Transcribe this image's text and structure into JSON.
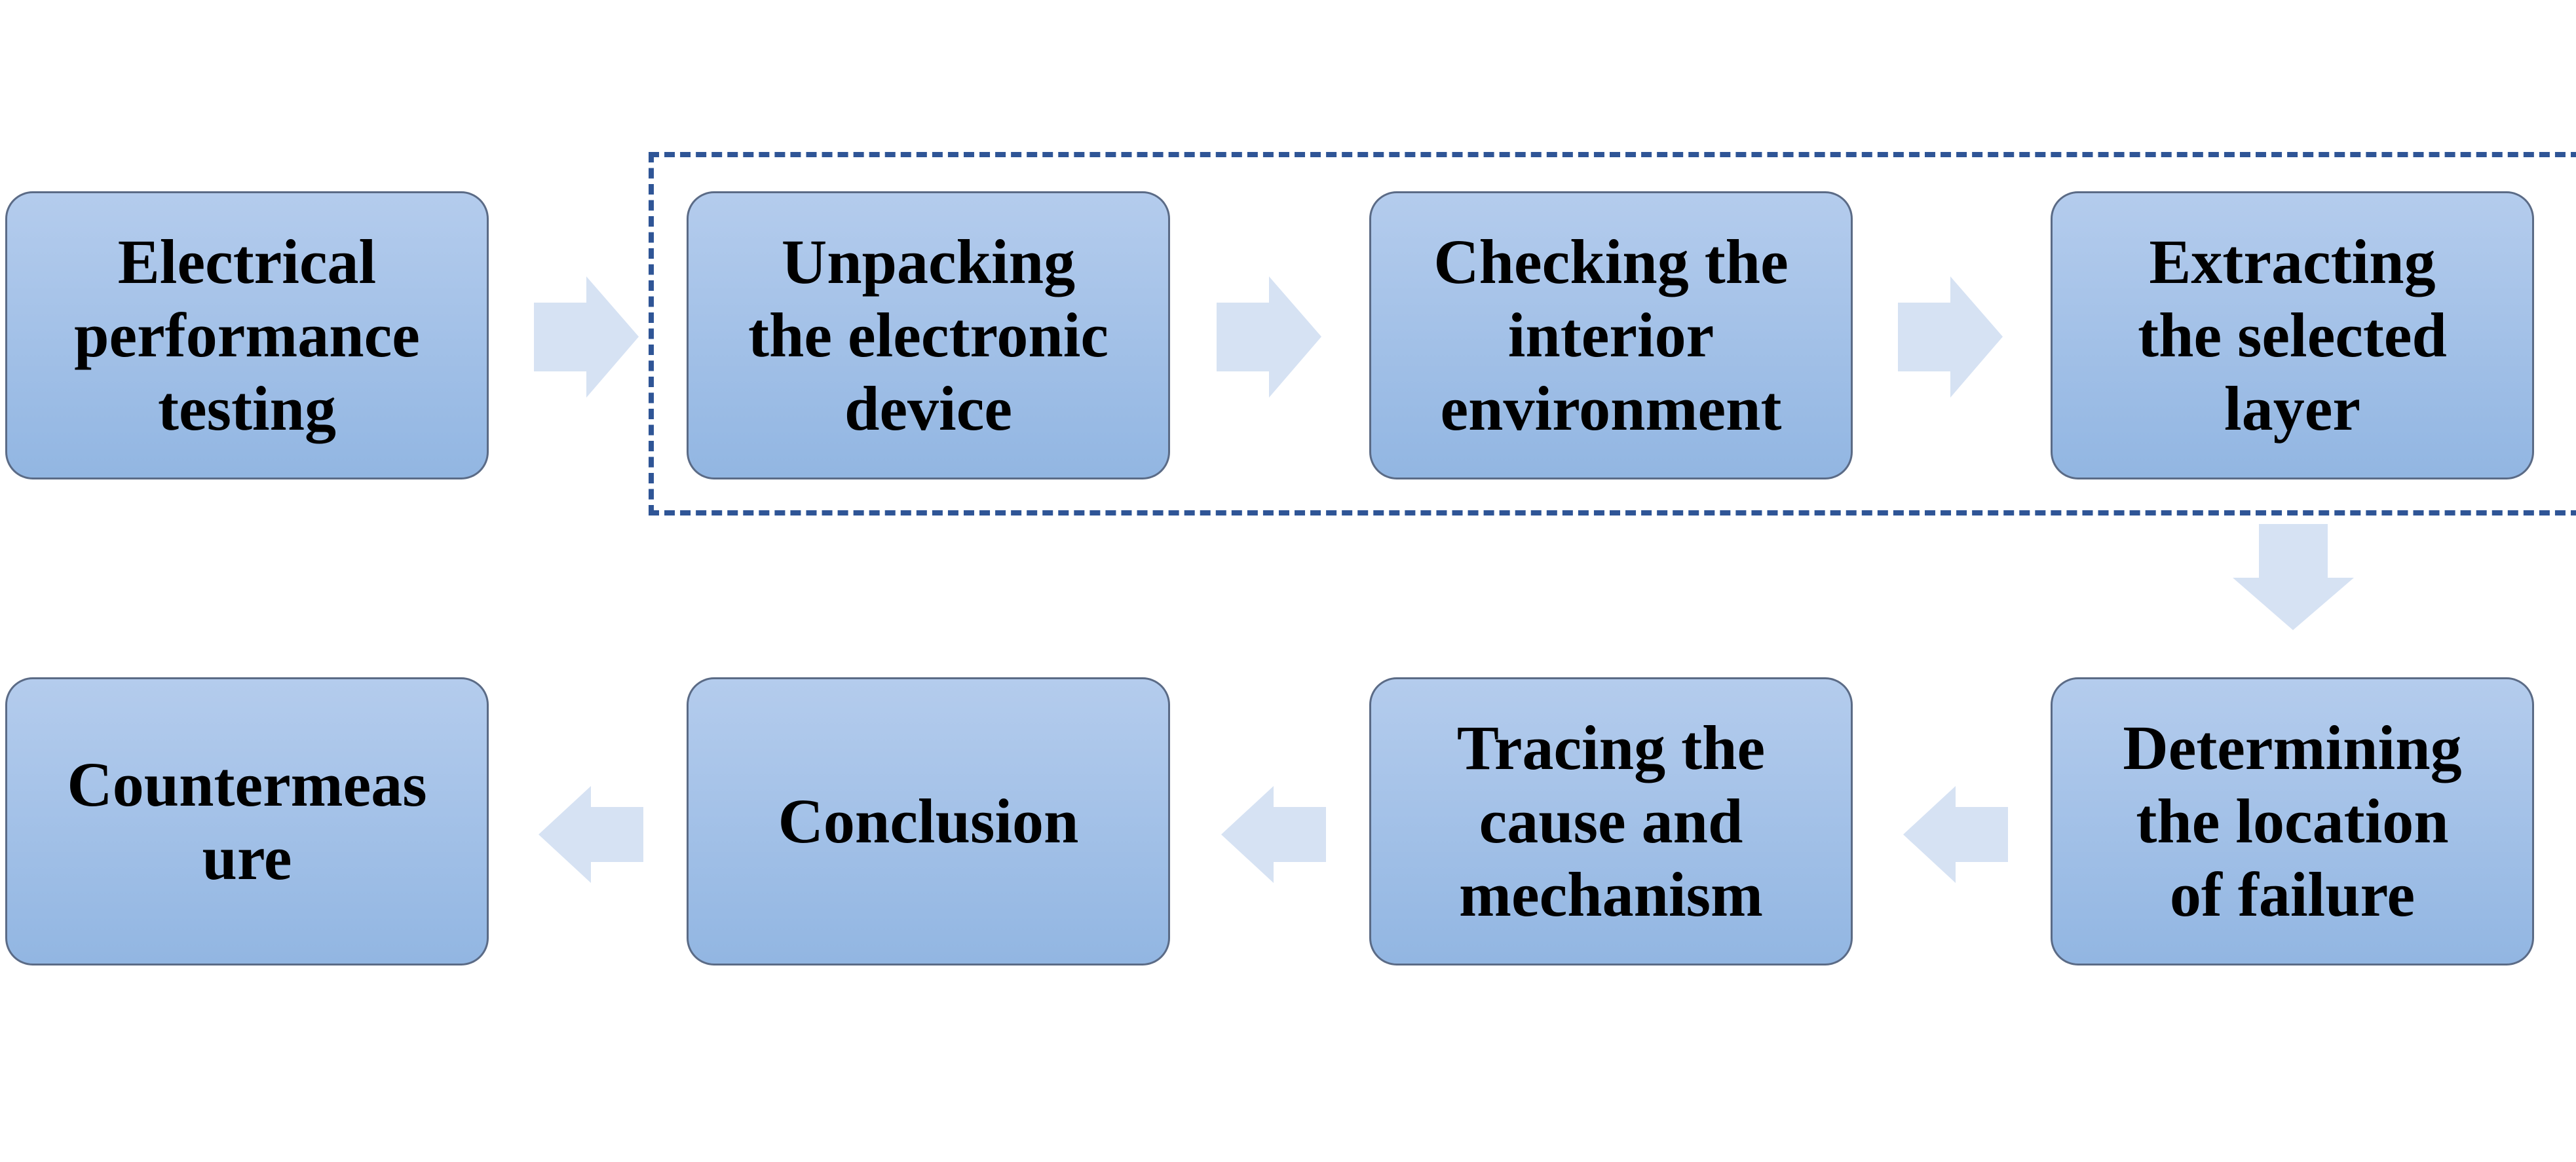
{
  "diagram": {
    "steps": [
      {
        "id": "electrical-performance-testing",
        "label": "Electrical\nperformance\ntesting"
      },
      {
        "id": "unpacking-electronic-device",
        "label": "Unpacking\nthe electronic\ndevice"
      },
      {
        "id": "checking-interior-environment",
        "label": "Checking the\ninterior\nenvironment"
      },
      {
        "id": "extracting-selected-layer",
        "label": "Extracting\nthe selected\nlayer"
      },
      {
        "id": "determining-location-of-failure",
        "label": "Determining\nthe location\nof failure"
      },
      {
        "id": "tracing-cause-and-mechanism",
        "label": "Tracing the\ncause and\nmechanism"
      },
      {
        "id": "conclusion",
        "label": "Conclusion"
      },
      {
        "id": "countermeasure",
        "label": "Countermeas\nure"
      }
    ],
    "flow": [
      {
        "from": "electrical-performance-testing",
        "to": "unpacking-electronic-device",
        "direction": "right"
      },
      {
        "from": "unpacking-electronic-device",
        "to": "checking-interior-environment",
        "direction": "right"
      },
      {
        "from": "checking-interior-environment",
        "to": "extracting-selected-layer",
        "direction": "right"
      },
      {
        "from": "extracting-selected-layer",
        "to": "determining-location-of-failure",
        "direction": "down"
      },
      {
        "from": "determining-location-of-failure",
        "to": "tracing-cause-and-mechanism",
        "direction": "left"
      },
      {
        "from": "tracing-cause-and-mechanism",
        "to": "conclusion",
        "direction": "left"
      },
      {
        "from": "conclusion",
        "to": "countermeasure",
        "direction": "left"
      }
    ],
    "group": {
      "members": [
        "unpacking-electronic-device",
        "checking-interior-environment",
        "extracting-selected-layer"
      ],
      "style": "dashed"
    },
    "colors": {
      "box_fill_top": "#b4cced",
      "box_fill_bottom": "#92b6e2",
      "box_border": "#5b6b86",
      "arrow_fill": "#d6e2f3",
      "group_border": "#2f5596",
      "text": "#000000"
    }
  }
}
